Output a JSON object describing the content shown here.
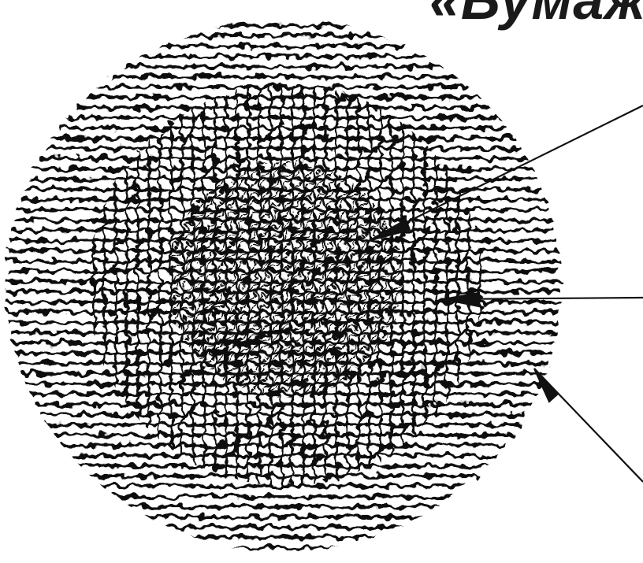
{
  "title": "«Бумаж",
  "colors": {
    "ink": "#111111",
    "background": "#ffffff"
  },
  "zones": [
    {
      "name": "inner-core",
      "pattern": "diagonal-crosshatch"
    },
    {
      "name": "middle-ring",
      "pattern": "grid"
    },
    {
      "name": "outer-ring",
      "pattern": "horizontal-lines"
    }
  ],
  "pointers": [
    {
      "target": "inner-core"
    },
    {
      "target": "middle-ring"
    },
    {
      "target": "outer-ring"
    }
  ]
}
